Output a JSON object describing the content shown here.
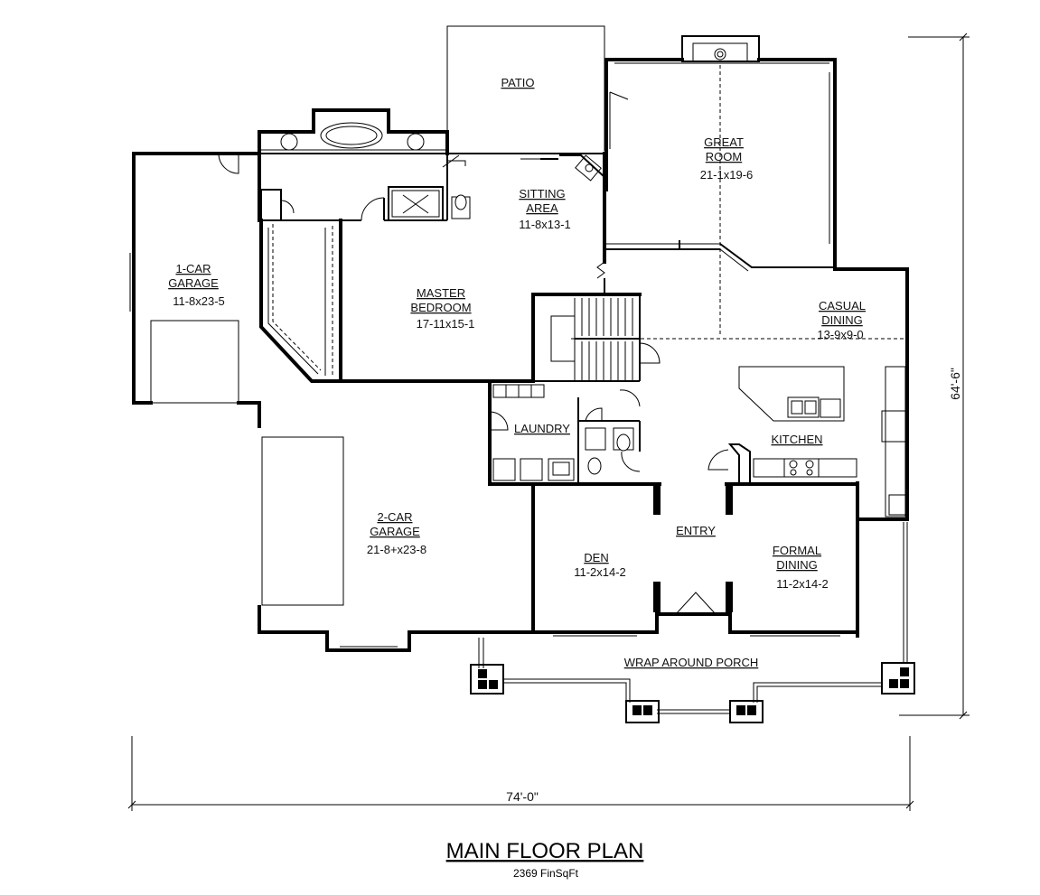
{
  "plan": {
    "title": "MAIN FLOOR PLAN",
    "subtitle": "2369 FinSqFt",
    "width_dim": "74'-0\"",
    "depth_dim": "64'-6\""
  },
  "rooms": {
    "patio": {
      "name": "PATIO"
    },
    "great_room": {
      "name1": "GREAT",
      "name2": "ROOM",
      "size": "21-1x19-6"
    },
    "sitting_area": {
      "name1": "SITTING",
      "name2": "AREA",
      "size": "11-8x13-1"
    },
    "one_car_garage": {
      "name1": "1-CAR",
      "name2": "GARAGE",
      "size": "11-8x23-5"
    },
    "master_bedroom": {
      "name1": "MASTER",
      "name2": "BEDROOM",
      "size": "17-11x15-1"
    },
    "casual_dining": {
      "name1": "CASUAL",
      "name2": "DINING",
      "size": "13-9x9-0"
    },
    "laundry": {
      "name": "LAUNDRY"
    },
    "kitchen": {
      "name": "KITCHEN"
    },
    "two_car_garage": {
      "name1": "2-CAR",
      "name2": "GARAGE",
      "size": "21-8+x23-8"
    },
    "entry": {
      "name": "ENTRY"
    },
    "den": {
      "name": "DEN",
      "size": "11-2x14-2"
    },
    "formal_dining": {
      "name1": "FORMAL",
      "name2": "DINING",
      "size": "11-2x14-2"
    },
    "porch": {
      "name": "WRAP AROUND PORCH"
    }
  }
}
